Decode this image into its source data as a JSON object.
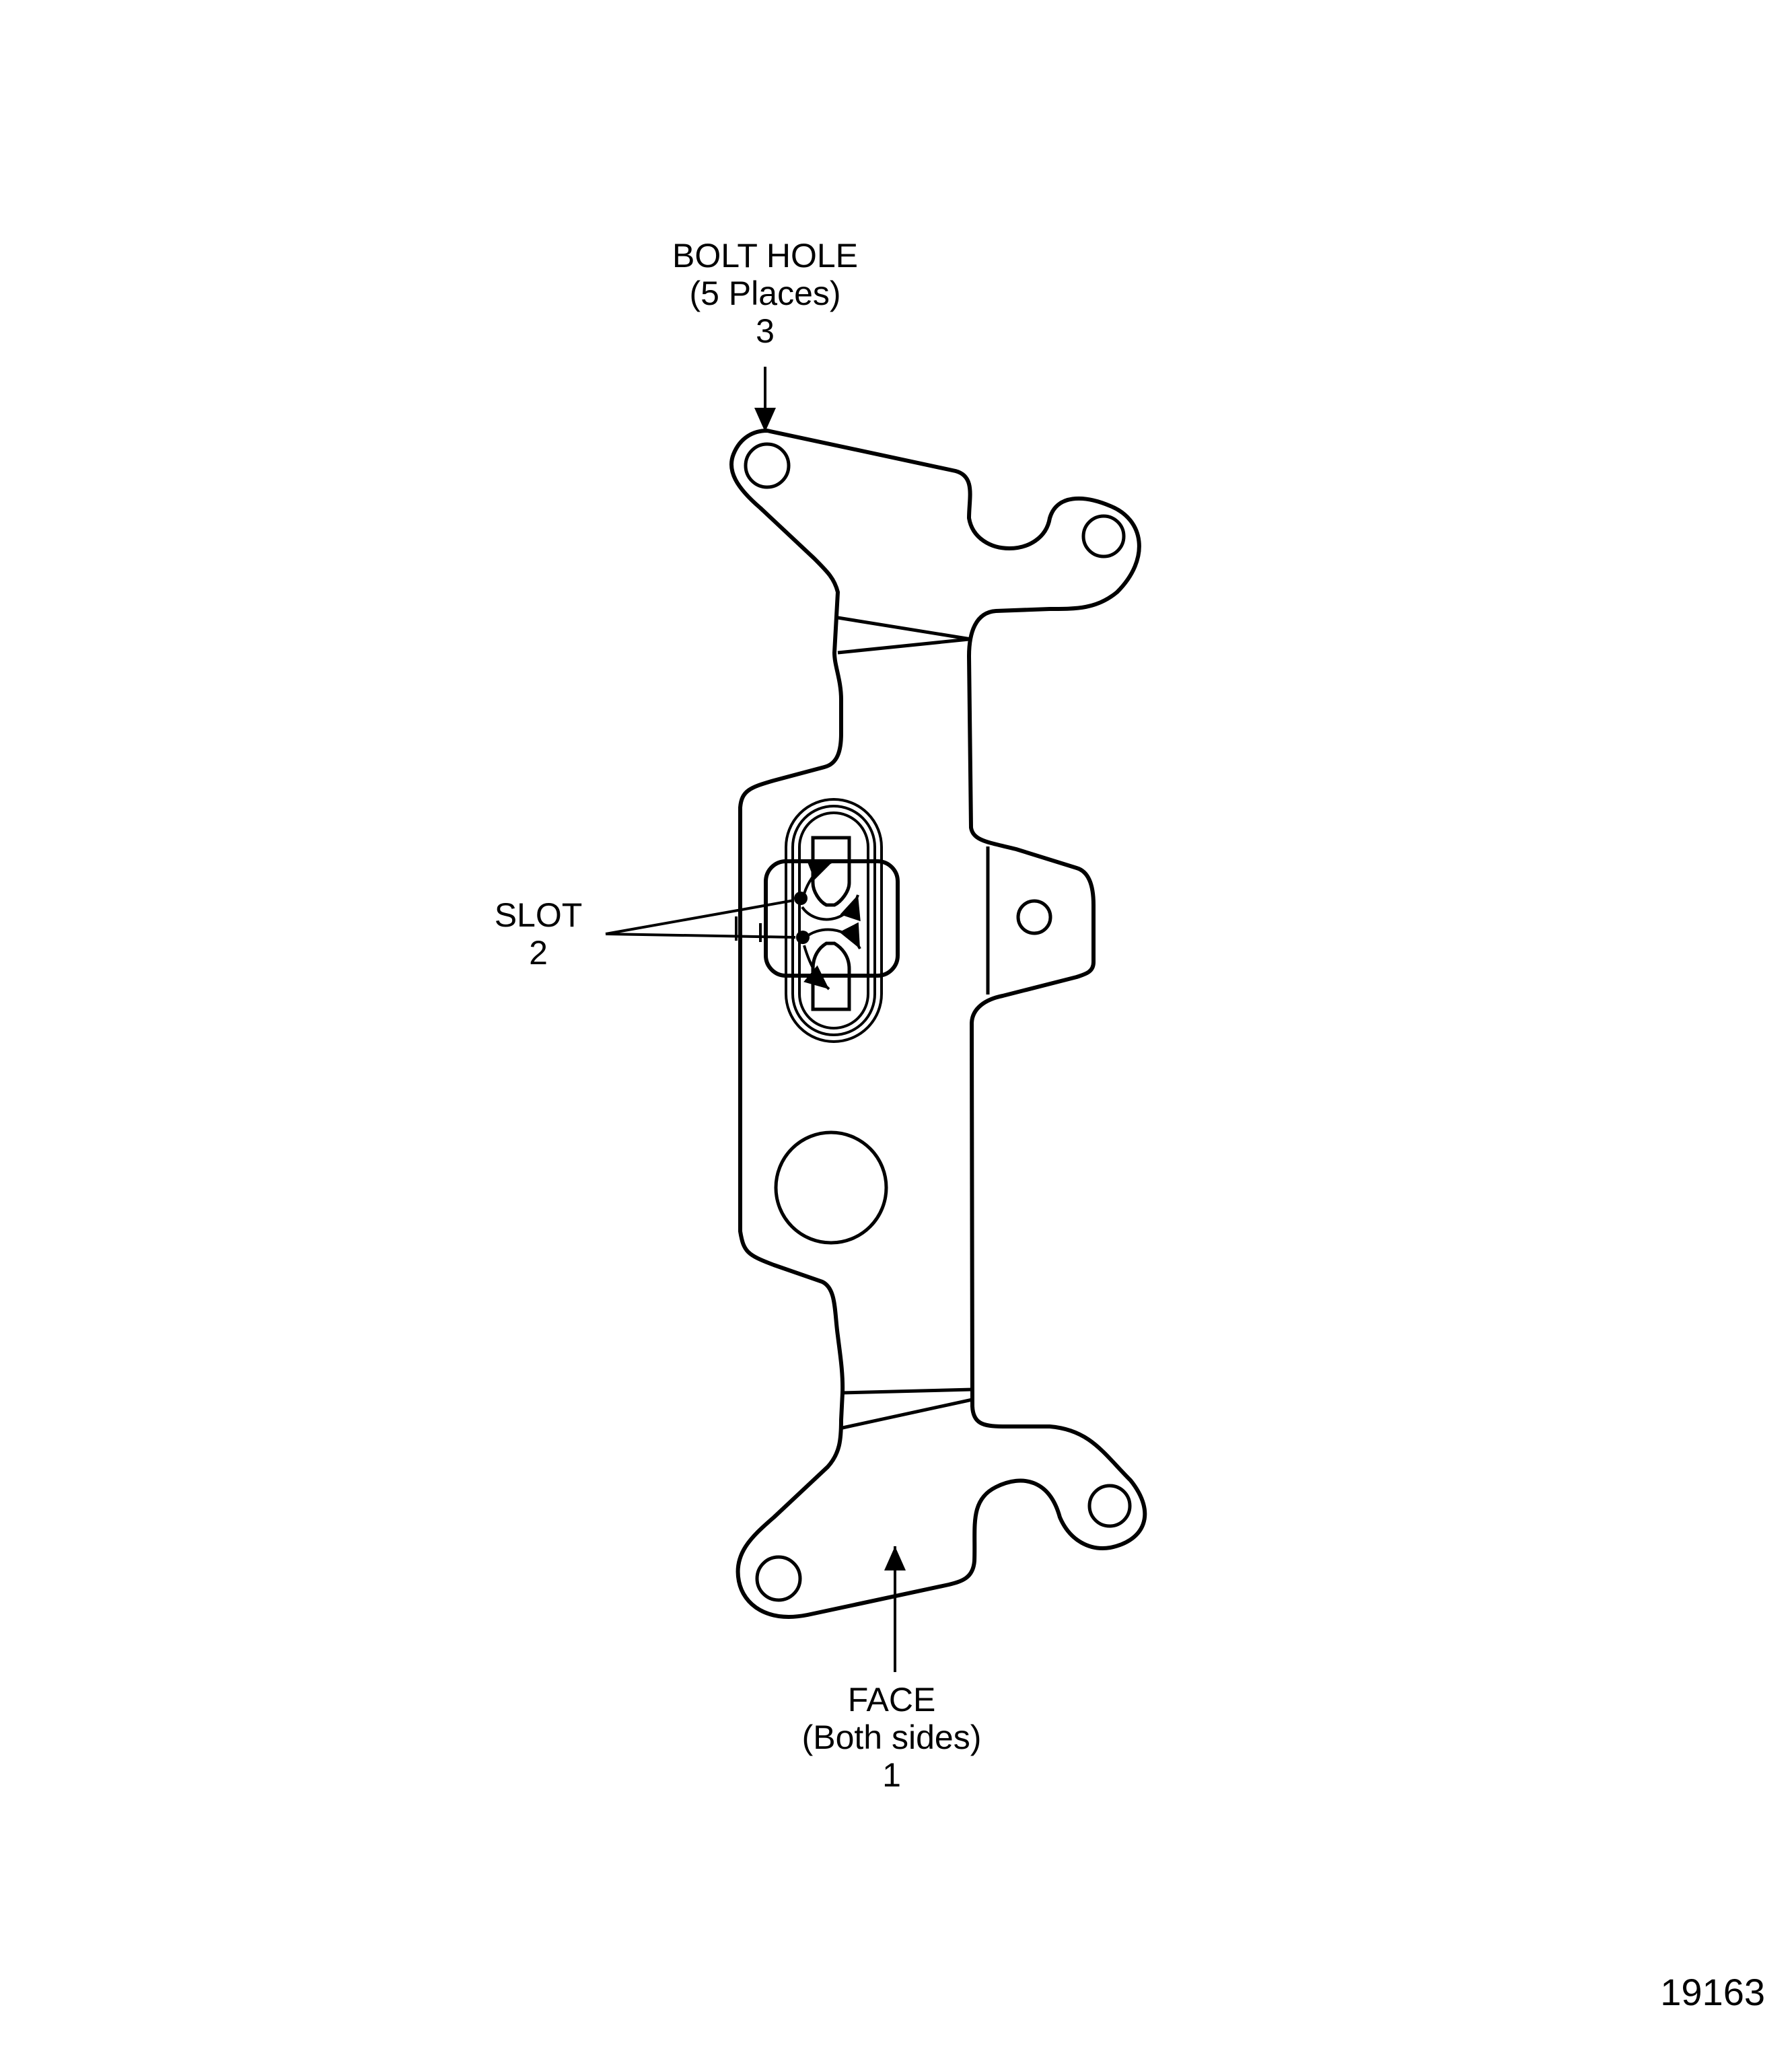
{
  "callouts": {
    "bolt_hole": {
      "name": "BOLT HOLE",
      "note": "(5 Places)",
      "number": "3"
    },
    "slot": {
      "name": "SLOT",
      "number": "2"
    },
    "face": {
      "name": "FACE",
      "note": "(Both sides)",
      "number": "1"
    }
  },
  "figure_number": "19163",
  "colors": {
    "line": "#000000",
    "background": "#ffffff"
  }
}
